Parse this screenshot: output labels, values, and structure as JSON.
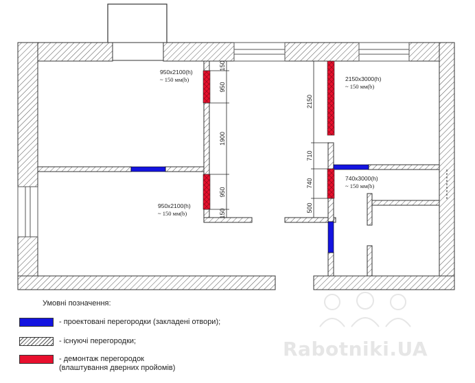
{
  "openings": [
    {
      "size": "950x2100(h)",
      "thickness": "~ 150 мм(b)"
    },
    {
      "size": "2150x3000(h)",
      "thickness": "~ 150 мм(b)"
    },
    {
      "size": "740x3000(h)",
      "thickness": "~ 150 мм(b)"
    },
    {
      "size": "950x2100(h)",
      "thickness": "~ 150 мм(b)"
    }
  ],
  "dimensions": {
    "left_column": [
      "150",
      "950",
      "1900",
      "950",
      "150"
    ],
    "right_column": [
      "2150",
      "710",
      "740",
      "500"
    ]
  },
  "legend": {
    "title": "Умовні позначення:",
    "items": [
      {
        "key": "blue",
        "text": "- проектовані перегородки (закладені отвори);"
      },
      {
        "key": "hatch",
        "text": "- існуючі перегородки;"
      },
      {
        "key": "red",
        "text": "- демонтаж перегородок",
        "text2": "(влаштування дверних пройомів)"
      }
    ]
  },
  "watermark": "Rabotniki.UA",
  "colors": {
    "new_partition": "#1414e0",
    "demolition": "#e8102e",
    "wall_hatch": "#555555"
  }
}
